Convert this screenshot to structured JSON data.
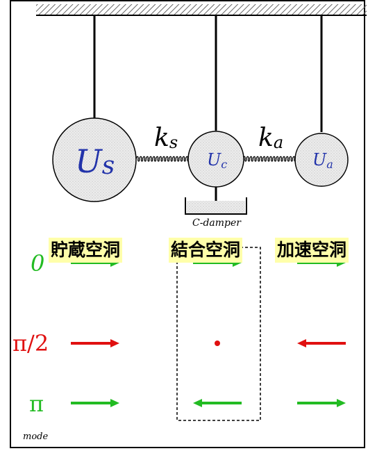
{
  "colors": {
    "mode_zero": "#22bb22",
    "mode_half": "#e01010",
    "mode_pi": "#22bb22",
    "cavity_text": "#2233aa",
    "label_bg": "#ffffaa"
  },
  "cavities": {
    "storage": {
      "symbol": "U",
      "sub": "s"
    },
    "coupling": {
      "symbol": "U",
      "sub": "c"
    },
    "accel": {
      "symbol": "U",
      "sub": "a"
    }
  },
  "springs": {
    "ks": {
      "symbol": "k",
      "sub": "s"
    },
    "ka": {
      "symbol": "k",
      "sub": "a"
    }
  },
  "damper_label": "C-damper",
  "cavity_labels": {
    "storage": "貯蔵空洞",
    "coupling": "結合空洞",
    "accel": "加速空洞"
  },
  "modes": [
    {
      "label": "0",
      "storage": "right",
      "coupling": "right",
      "accel": "right"
    },
    {
      "label": "π/2",
      "storage": "right",
      "coupling": "dot",
      "accel": "left"
    },
    {
      "label": "π",
      "storage": "right",
      "coupling": "left",
      "accel": "right"
    }
  ],
  "mode_axis_label": "mode"
}
